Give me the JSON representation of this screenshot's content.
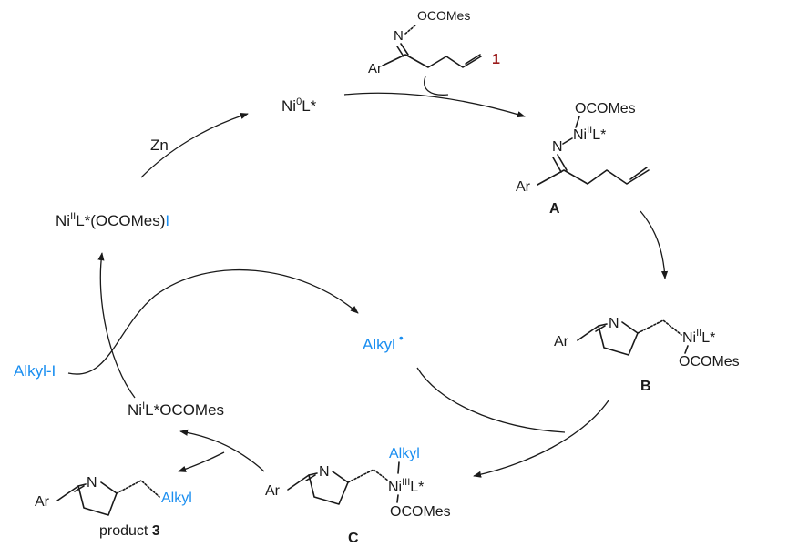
{
  "colors": {
    "ink": "#1a1a1a",
    "accent_blue": "#1a8ef0",
    "compound_red": "#9b1b1b"
  },
  "reagent": {
    "group": "OCOMes",
    "ar": "Ar",
    "n": "N",
    "number": "1"
  },
  "ni0": {
    "prefix": "Ni",
    "sup": "0",
    "suffix": "L*"
  },
  "zn": "Zn",
  "int_a": {
    "ocomes": "OCOMes",
    "ni": "Ni",
    "sup": "II",
    "ligand": "L*",
    "n": "N",
    "ar": "Ar",
    "label": "A"
  },
  "int_b": {
    "ar": "Ar",
    "n": "N",
    "ni": "Ni",
    "sup": "II",
    "ligand": "L*",
    "ocomes": "OCOMes",
    "label": "B"
  },
  "int_c": {
    "ar": "Ar",
    "n": "N",
    "alkyl": "Alkyl",
    "ni": "Ni",
    "sup": "III",
    "ligand": "L*",
    "ocomes": "OCOMes",
    "label": "C"
  },
  "ni2_species": {
    "ni": "Ni",
    "sup": "II",
    "body": "L*(OCOMes)",
    "iodide": "I"
  },
  "ni1_species": {
    "ni": "Ni",
    "sup": "I",
    "body": "L*OCOMes"
  },
  "alkyl_iodide": "Alkyl-I",
  "alkyl_radical": {
    "text": "Alkyl",
    "dot": "•"
  },
  "product": {
    "ar": "Ar",
    "n": "N",
    "alkyl": "Alkyl",
    "caption": "product",
    "number": "3"
  }
}
